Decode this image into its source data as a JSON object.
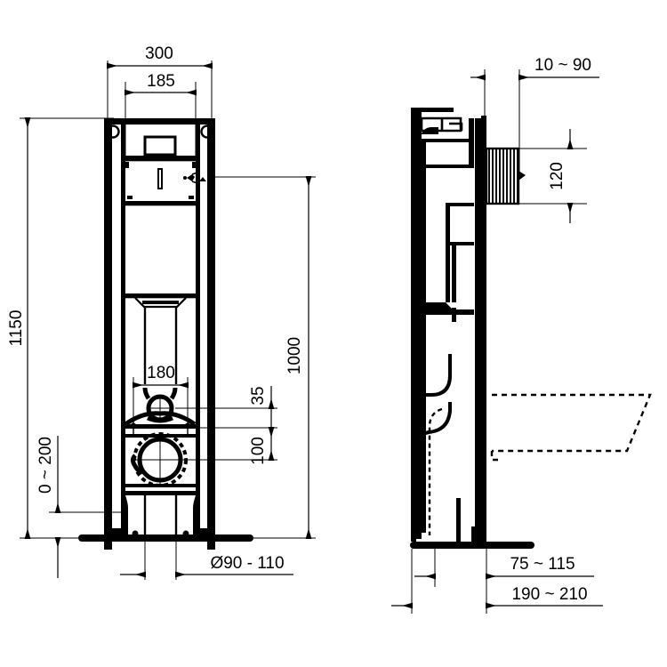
{
  "drawing": {
    "title": "Wall-hung WC concealed cistern installation frame",
    "units": "mm",
    "line_color": "#000000",
    "background_color": "#ffffff",
    "views": [
      {
        "name": "front-elevation",
        "label": ""
      },
      {
        "name": "side-section",
        "label": ""
      }
    ]
  },
  "dimensions": {
    "front": {
      "overall_width": "300",
      "cistern_width": "185",
      "overall_height": "1150",
      "mounting_height": "1000",
      "bolt_spacing": "180",
      "offset_35": "35",
      "offset_100": "100",
      "foot_adjust": "0 ~ 200",
      "outlet_diameter": "Ø90 - 110"
    },
    "side": {
      "plate_depth": "10 ~ 90",
      "access_height": "120",
      "depth_mid": "75 ~ 115",
      "depth_total": "190 ~ 210"
    }
  },
  "labels": [
    {
      "id": "dim-300",
      "text": "300",
      "orientation": "horizontal"
    },
    {
      "id": "dim-185",
      "text": "185",
      "orientation": "horizontal"
    },
    {
      "id": "dim-1150",
      "text": "1150",
      "orientation": "vertical"
    },
    {
      "id": "dim-1000",
      "text": "1000",
      "orientation": "vertical"
    },
    {
      "id": "dim-180",
      "text": "180",
      "orientation": "horizontal"
    },
    {
      "id": "dim-35",
      "text": "35",
      "orientation": "vertical"
    },
    {
      "id": "dim-100",
      "text": "100",
      "orientation": "vertical"
    },
    {
      "id": "dim-0-200",
      "text": "0 ~ 200",
      "orientation": "vertical"
    },
    {
      "id": "dim-diameter",
      "text": "Ø90 - 110",
      "orientation": "horizontal"
    },
    {
      "id": "dim-10-90",
      "text": "10 ~ 90",
      "orientation": "horizontal"
    },
    {
      "id": "dim-120",
      "text": "120",
      "orientation": "vertical"
    },
    {
      "id": "dim-75-115",
      "text": "75 ~ 115",
      "orientation": "horizontal"
    },
    {
      "id": "dim-190-210",
      "text": "190 ~ 210",
      "orientation": "horizontal"
    }
  ]
}
